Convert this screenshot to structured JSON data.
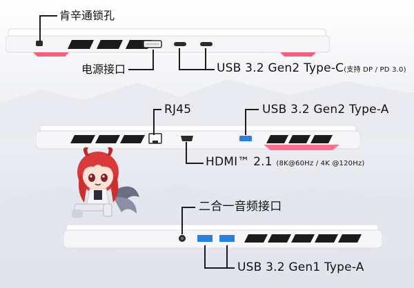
{
  "labels": {
    "kensington": "肯辛通锁孔",
    "dc_in": "电源接口",
    "usbc_main": "USB 3.2 Gen2 Type-C",
    "usbc_note": "(支持 DP / PD 3.0)",
    "rj45": "RJ45",
    "usba_gen2": "USB 3.2 Gen2 Type-A",
    "hdmi_main": "HDMI™ 2.1",
    "hdmi_note": "(8K@60Hz / 4K @120Hz)",
    "audio": "二合一音频接口",
    "usba_gen1": "USB 3.2 Gen1 Type-A"
  },
  "colors": {
    "chassis": "#f6f6f8",
    "vent": "#1b1b1b",
    "accent_pink": "#ff5a7a",
    "usb_blue": "#2b7fe0",
    "text": "#111111"
  },
  "icons": {
    "mascot": "anime-mascot-girl"
  }
}
